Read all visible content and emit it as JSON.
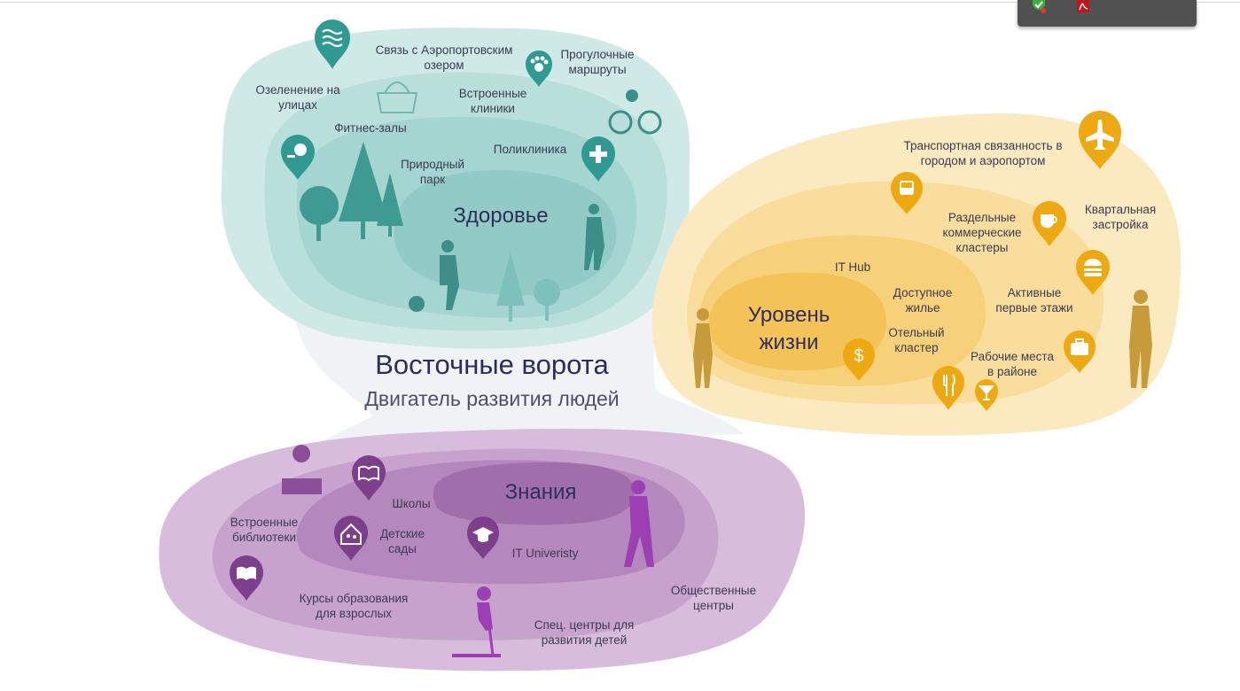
{
  "title": "Восточные ворота",
  "subtitle": "Двигатель развития людей",
  "zones": {
    "health": {
      "name": "Здоровье",
      "color": "#4ba7a0",
      "labels": {
        "greening": "Озеленение на\nулицах",
        "airport_lake": "Связь с Аэропортовским\nозером",
        "walking_routes": "Прогулочные\nмаршруты",
        "built_in_clinics": "Встроенные\nклиники",
        "fitness": "Фитнес-залы",
        "nature_park": "Природный\nпарк",
        "polyclinic": "Поликлиника"
      }
    },
    "life": {
      "name": "Уровень\nжизни",
      "color": "#f1b21f",
      "labels": {
        "transport": "Транспортная связанность в\nгородом и аэропортом",
        "block_building": "Квартальная\nзастройка",
        "commercial_clusters": "Раздельные\nкоммерческие\nкластеры",
        "it_hub": "IT Hub",
        "affordable_housing": "Доступное\nжилье",
        "active_floors": "Активные\nпервые этажи",
        "hotel_cluster": "Отельный\nкластер",
        "workplaces": "Рабочие места\nв районе"
      }
    },
    "knowledge": {
      "name": "Знания",
      "color": "#8a4f98",
      "labels": {
        "libraries": "Встроенные\nбиблиотеки",
        "schools": "Школы",
        "kindergartens": "Детские\nсады",
        "it_university": "IT Univeristy",
        "adult_courses": "Курсы образования\nдля взрослых",
        "public_centers": "Общественные\nцентры",
        "kids_centers": "Спец. центры для\nразвития детей"
      }
    }
  },
  "icons": {
    "health": [
      "waves-icon",
      "paw-icon",
      "tree-icon",
      "plus-icon"
    ],
    "life": [
      "airplane-icon",
      "bus-icon",
      "coffee-icon",
      "burger-icon",
      "briefcase-icon",
      "dollar-icon",
      "fork-knife-icon",
      "cocktail-icon"
    ],
    "knowledge": [
      "book-icon",
      "house-family-icon",
      "graduation-cap-icon",
      "book-open-icon"
    ]
  },
  "toolbar": {
    "icons": [
      "check-badge-icon",
      "pdf-icon"
    ]
  }
}
